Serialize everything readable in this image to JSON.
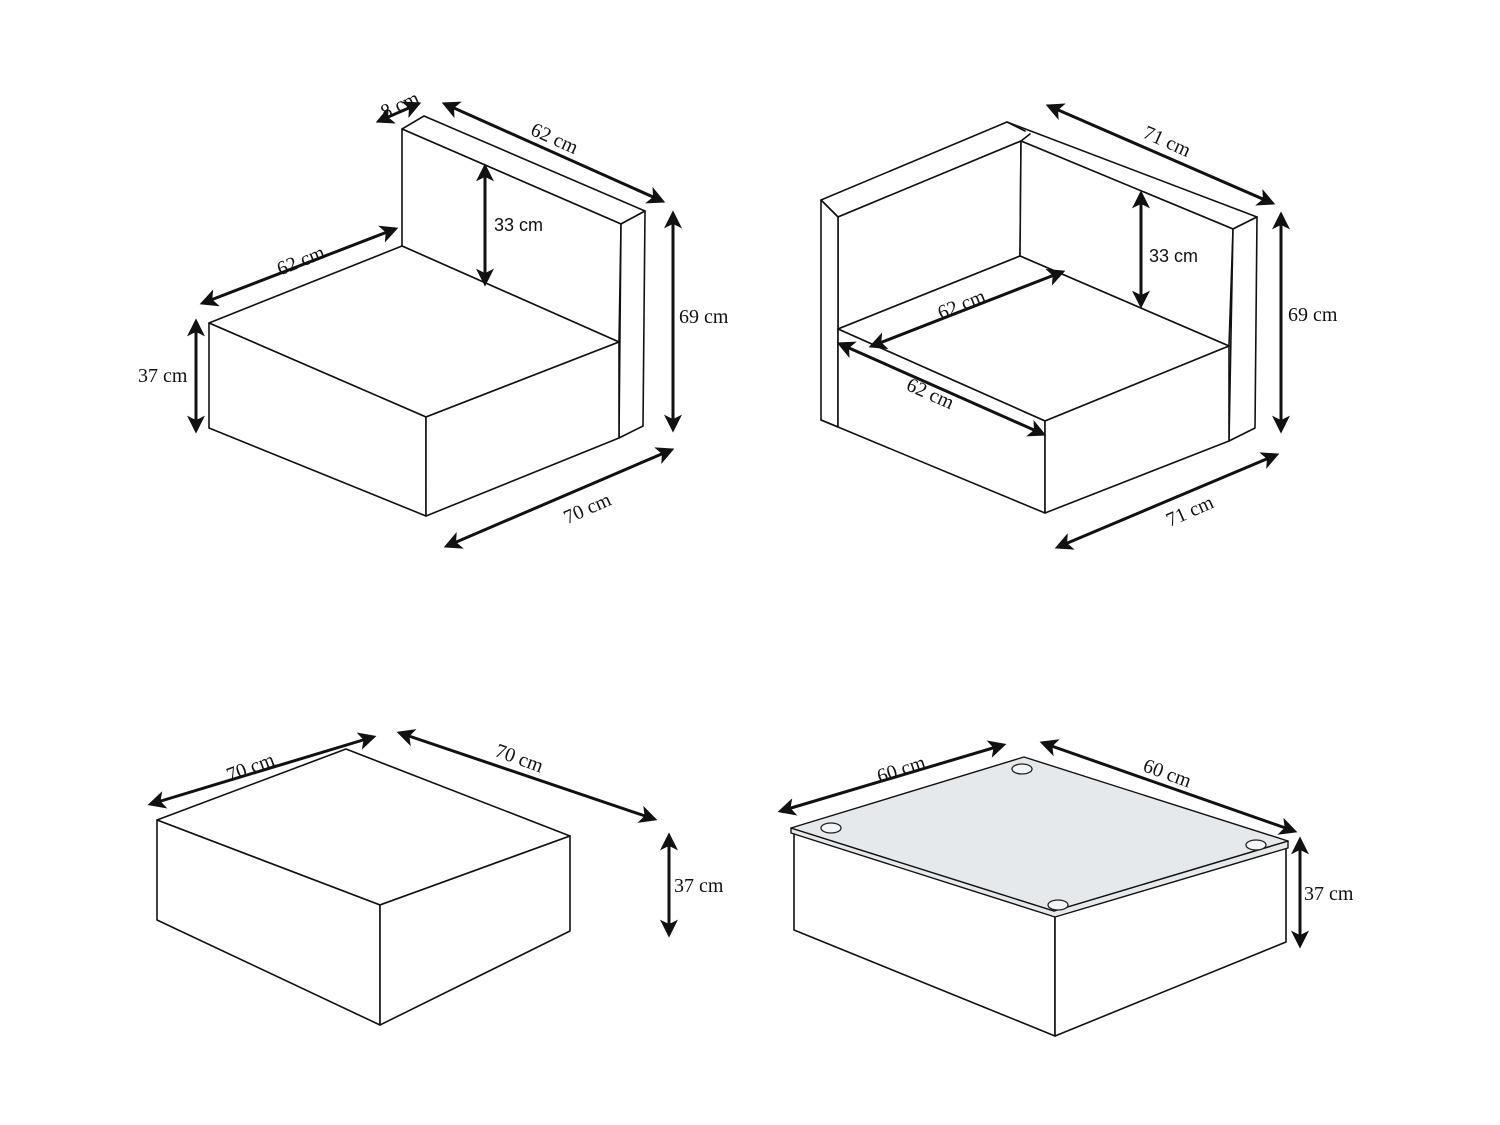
{
  "colors": {
    "line": "#111111",
    "background": "#ffffff",
    "glass_top": "#e6e9ec"
  },
  "pieces": [
    {
      "name": "middle-sofa-module",
      "dimensions": {
        "backrest_thickness": "8 cm",
        "backrest_width": "62 cm",
        "backrest_height": "33 cm",
        "seat_depth": "62 cm",
        "seat_height": "37 cm",
        "total_height": "69 cm",
        "total_width": "70 cm"
      }
    },
    {
      "name": "corner-sofa-module",
      "dimensions": {
        "back_width": "71 cm",
        "backrest_height": "33 cm",
        "total_height": "69 cm",
        "seat_depth_back": "62 cm",
        "seat_depth_front": "62 cm",
        "total_width": "71 cm"
      }
    },
    {
      "name": "ottoman",
      "dimensions": {
        "width_left": "70 cm",
        "width_right": "70 cm",
        "height": "37 cm"
      }
    },
    {
      "name": "coffee-table-glass-top",
      "dimensions": {
        "width_left": "60 cm",
        "width_right": "60 cm",
        "height": "37 cm"
      }
    }
  ]
}
